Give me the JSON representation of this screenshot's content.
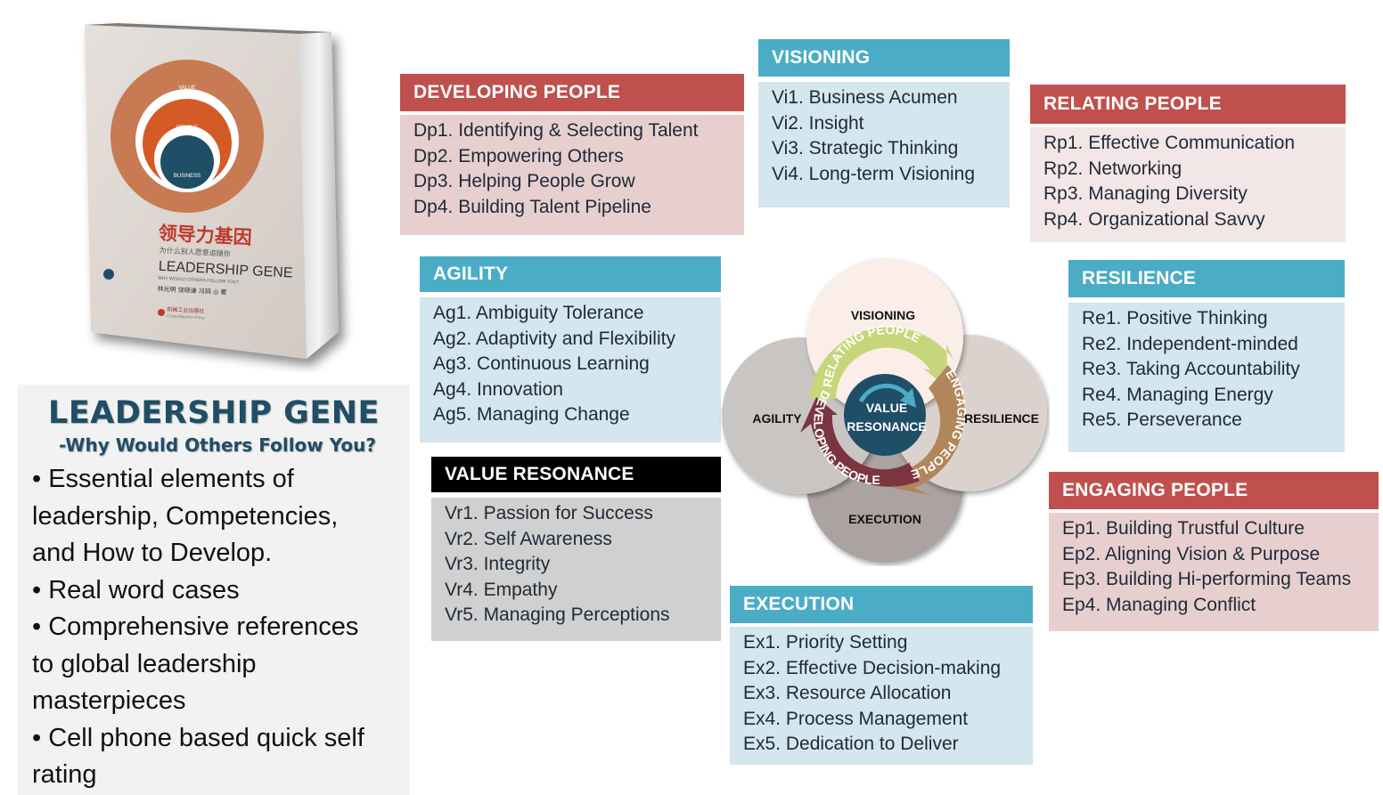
{
  "book": {
    "circle_labels": [
      "VALUE",
      "PEOPLE",
      "BUSINESS"
    ],
    "title_cn": "领导力基因",
    "subtitle_cn": "为什么别人愿意追随你",
    "title_en": "LEADERSHIP GENE",
    "subtitle_en": "WHY WOULD OTHERS FOLLOW YOU?",
    "authors_cn": "林光明 饶晓谦 冯鸫 ◎ 著",
    "publisher_cn": "机械工业出版社",
    "publisher_en": "China Machine Press"
  },
  "info": {
    "title": "LEADERSHIP GENE",
    "subtitle": "-Why Would Others Follow You?",
    "bullets": [
      "• Essential elements of",
      "leadership, Competencies,",
      "and How to Develop.",
      "• Real word cases",
      "• Comprehensive references",
      "to global leadership",
      "masterpieces",
      "• Cell phone based quick self",
      "rating"
    ]
  },
  "panels": {
    "developing_people": {
      "title": "DEVELOPING PEOPLE",
      "items": [
        "Dp1. Identifying & Selecting  Talent",
        "Dp2. Empowering Others",
        "Dp3. Helping People Grow",
        "Dp4. Building Talent Pipeline"
      ]
    },
    "visioning": {
      "title": "VISIONING",
      "items": [
        "Vi1. Business Acumen",
        "Vi2. Insight",
        "Vi3. Strategic Thinking",
        "Vi4. Long-term Visioning"
      ]
    },
    "relating_people": {
      "title": "RELATING PEOPLE",
      "items": [
        "Rp1. Effective Communication",
        "Rp2. Networking",
        "Rp3. Managing Diversity",
        "Rp4. Organizational Savvy"
      ]
    },
    "agility": {
      "title": "AGILITY",
      "items": [
        "Ag1. Ambiguity Tolerance",
        "Ag2. Adaptivity and Flexibility",
        "Ag3. Continuous Learning",
        "Ag4. Innovation",
        "Ag5. Managing Change"
      ]
    },
    "resilience": {
      "title": "RESILIENCE",
      "items": [
        "Re1. Positive Thinking",
        "Re2. Independent-minded",
        "Re3. Taking Accountability",
        "Re4. Managing Energy",
        "Re5. Perseverance"
      ]
    },
    "value_resonance": {
      "title": "VALUE RESONANCE",
      "items": [
        "Vr1. Passion for Success",
        "Vr2. Self Awareness",
        "Vr3. Integrity",
        "Vr4. Empathy",
        "Vr5. Managing Perceptions"
      ]
    },
    "engaging_people": {
      "title": "ENGAGING PEOPLE",
      "items": [
        "Ep1. Building Trustful Culture",
        "Ep2. Aligning Vision & Purpose",
        "Ep3. Building Hi-performing Teams",
        "Ep4. Managing Conflict"
      ]
    },
    "execution": {
      "title": "EXECUTION",
      "items": [
        "Ex1. Priority Setting",
        "Ex2. Effective Decision-making",
        "Ex3. Resource Allocation",
        "Ex4. Process Management",
        "Ex5. Dedication to Deliver"
      ]
    }
  },
  "wheel": {
    "top": "VISIONING",
    "left": "AGILITY",
    "right": "RESILIENCE",
    "bottom": "EXECUTION",
    "center_line1": "VALUE",
    "center_line2": "RESONANCE",
    "arc_relating": "RELATING PEOPLE",
    "arc_engaging": "ENGAGING PEOPLE",
    "arc_developing": "DEVELOPING PEOPLE",
    "colors": {
      "top_circle": "#fbeee8",
      "left_circle": "#c9c5c3",
      "right_circle": "#dcd2cd",
      "bottom_circle": "#aba2a2",
      "center": "#1f4e67",
      "arc_relating": "#c7d67a",
      "arc_engaging": "#b0865a",
      "arc_developing": "#7a3540"
    }
  }
}
